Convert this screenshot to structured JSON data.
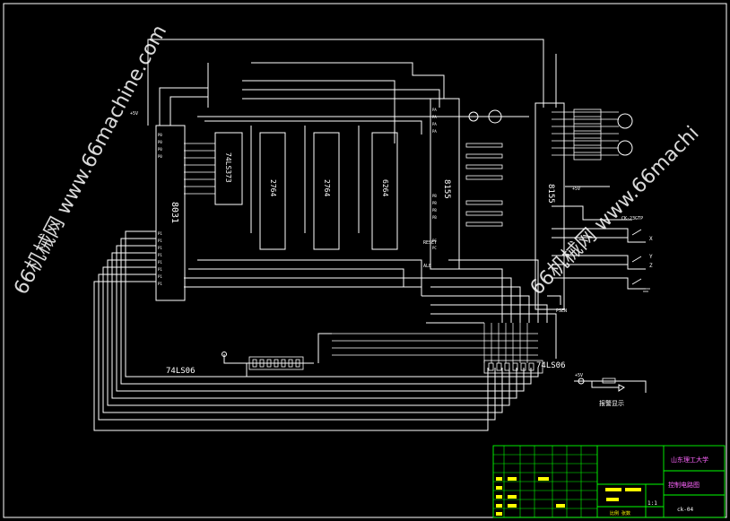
{
  "chips": {
    "cpu": "8031",
    "latch": "74LS373",
    "eprom1": "2764",
    "eprom2": "2764",
    "ram": "6264",
    "io_left": "8155",
    "io_right": "8155",
    "buffer_left": "74LS06",
    "buffer_right": "74LS06"
  },
  "labels": {
    "plus5v_a": "+5V",
    "plus5v_b": "+5V",
    "plus5v_c": "+5V",
    "ale": "ALE",
    "reset": "RESET",
    "psen": "PSEN",
    "x_axis": "X",
    "y_axis": "Y",
    "z_axis": "Z",
    "alarm_caption": "报警显示",
    "sensor_caption": "CK-23GTP"
  },
  "title_block": {
    "school": "山东理工大学",
    "drawing_name": "控制电路图",
    "scale": "1:1",
    "drawing_no": "ck-04",
    "row_label": "比例 张数"
  },
  "watermarks": {
    "text1": "66机械网 www.66machine.com",
    "text2": "66机械网 www.66machi"
  },
  "colors": {
    "background": "#000000",
    "wire": "#ffffff",
    "title_block": "#00ff00",
    "highlight": "#ffff00",
    "title_text": "#ff66ff",
    "watermark": "#ffffff"
  }
}
